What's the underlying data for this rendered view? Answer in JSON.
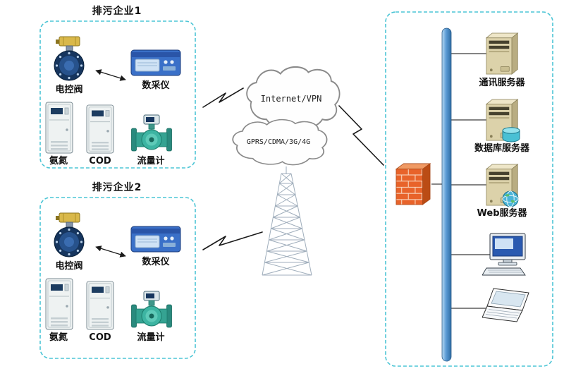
{
  "colors": {
    "dashed_border": "#4cc5d5",
    "bus": "#5b9bd5",
    "firewall": "#e8632a",
    "cloud_stroke": "#8a8a8a"
  },
  "enterprise1": {
    "title": "排污企业1",
    "valve_label": "电控阀",
    "daq_label": "数采仪",
    "nh3_label": "氨氮",
    "cod_label": "COD",
    "flow_label": "流量计"
  },
  "enterprise2": {
    "title": "排污企业2",
    "valve_label": "电控阀",
    "daq_label": "数采仪",
    "nh3_label": "氨氮",
    "cod_label": "COD",
    "flow_label": "流量计"
  },
  "network": {
    "internet_cloud_label": "Internet/VPN",
    "gprs_cloud_label": "GPRS/CDMA/3G/4G"
  },
  "monitoring_center": {
    "comm_server_label": "通讯服务器",
    "db_server_label": "数据库服务器",
    "web_server_label": "Web服务器"
  }
}
